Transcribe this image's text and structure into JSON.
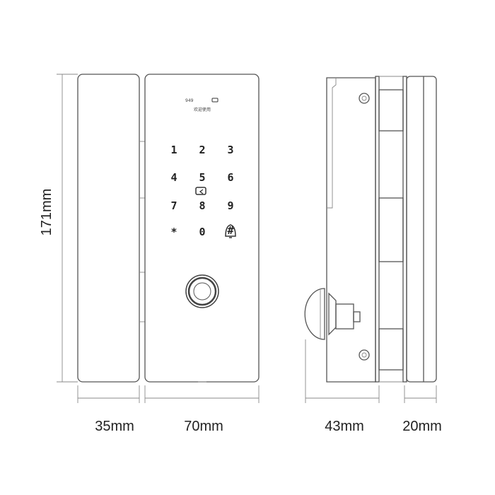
{
  "dimensions": {
    "height": "171mm",
    "handle_width": "35mm",
    "panel_width": "70mm",
    "side_depth": "43mm",
    "glass_clamp": "20mm"
  },
  "display": {
    "code": "949",
    "welcome": "欢迎使用"
  },
  "keypad": {
    "keys": [
      "1",
      "2",
      "3",
      "4",
      "5",
      "6",
      "7",
      "8",
      "9",
      "*",
      "0",
      "#"
    ]
  },
  "icons": {
    "card": "card-reader-icon",
    "bell": "doorbell-icon",
    "battery": "battery-icon",
    "fingerprint": "fingerprint-sensor-icon"
  }
}
